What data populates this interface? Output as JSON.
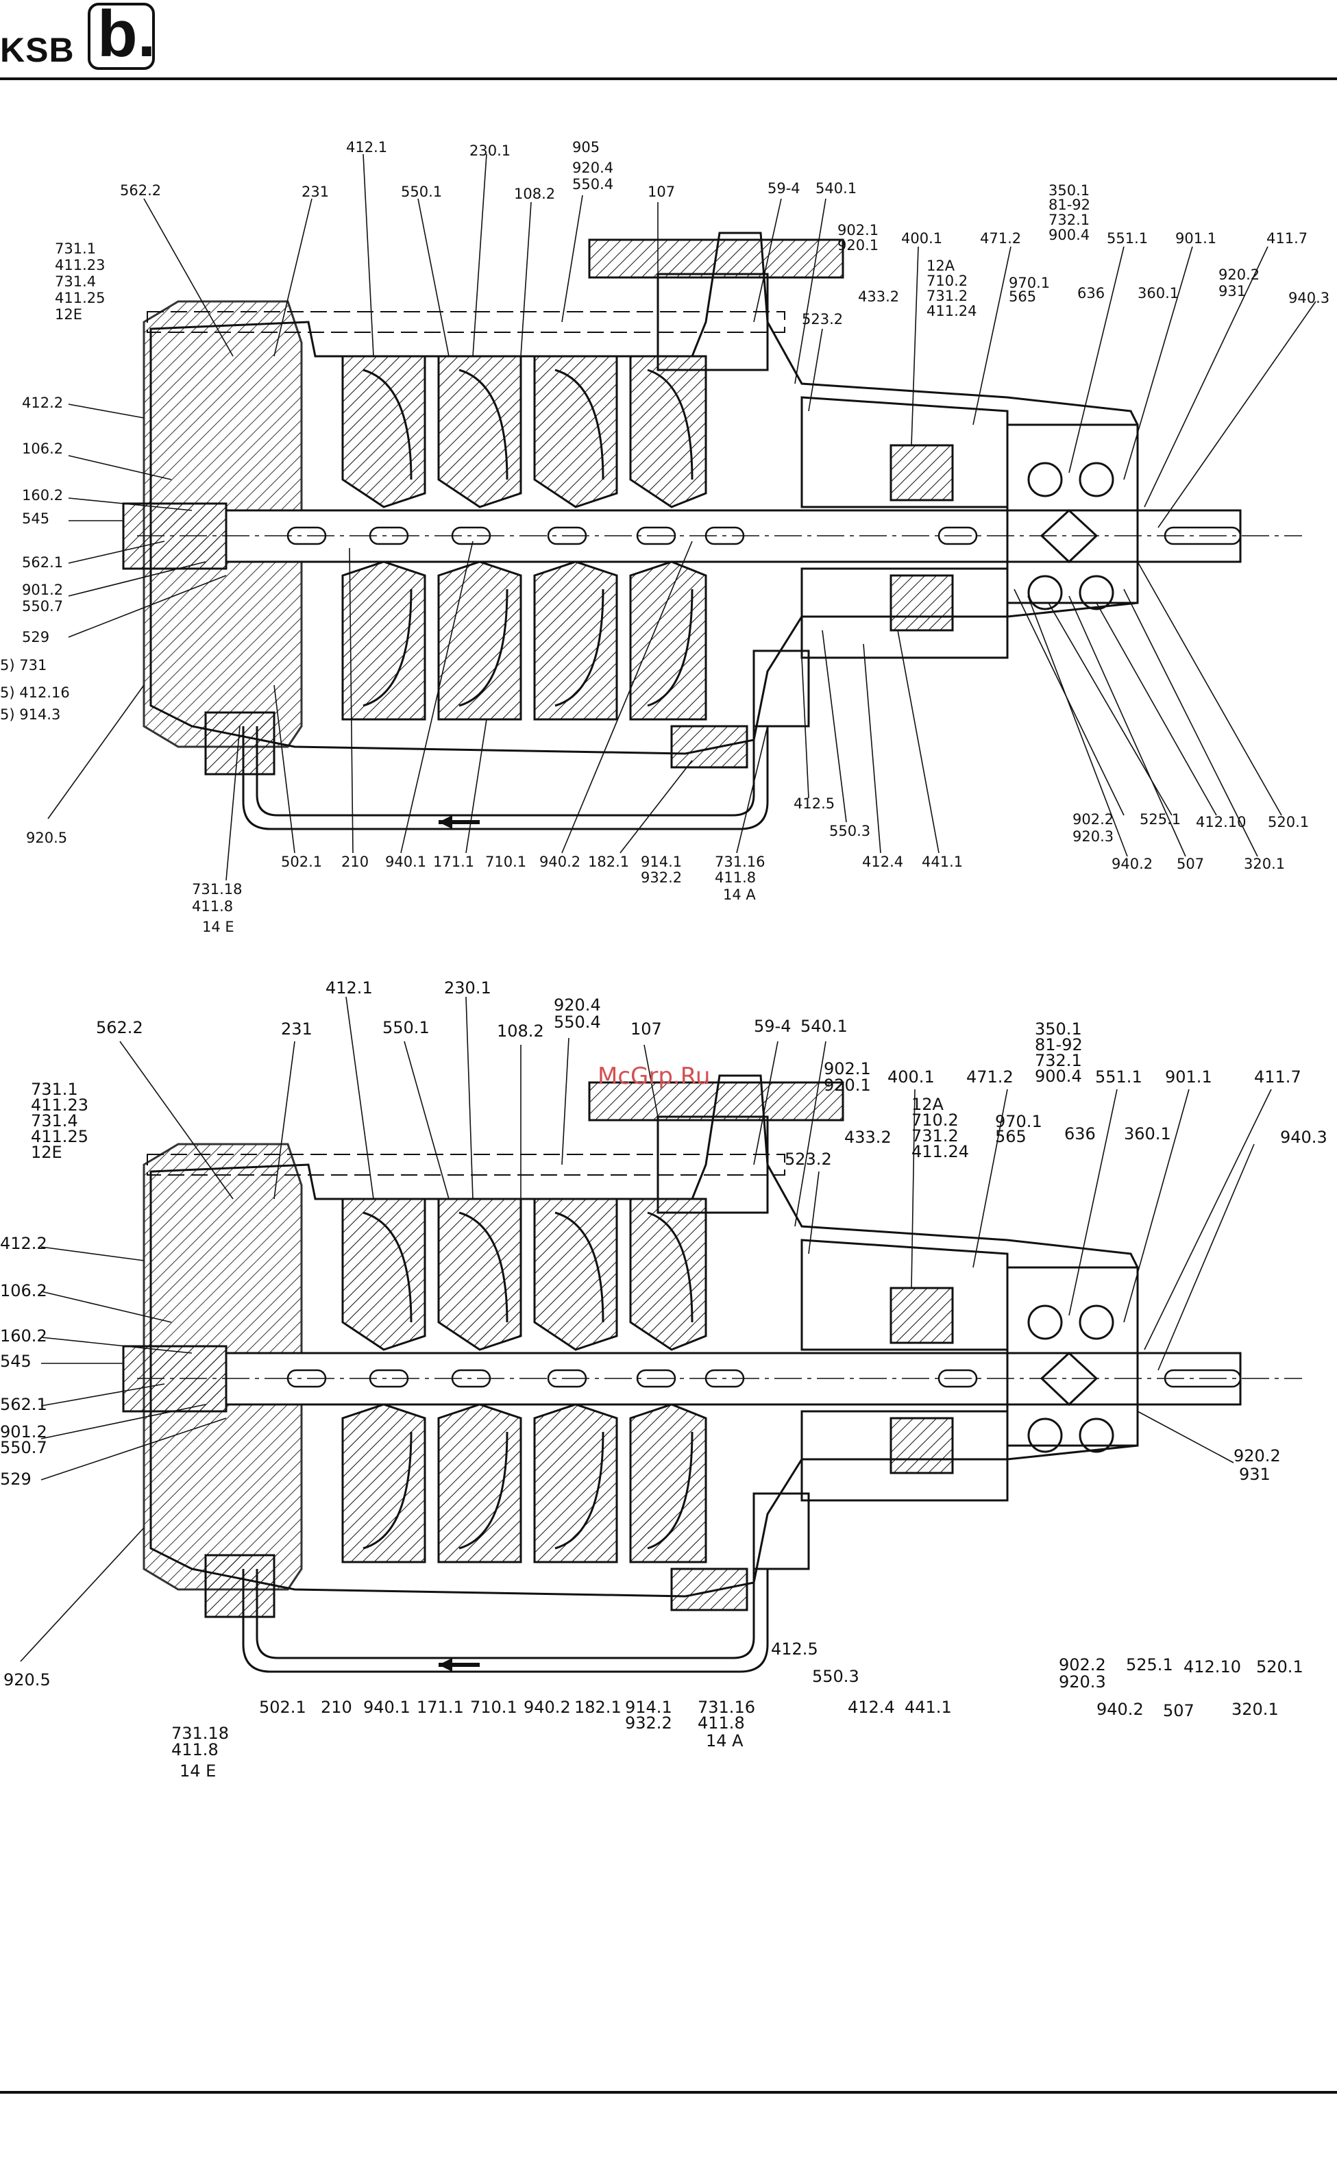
{
  "brand": {
    "logo_text": "KSB",
    "logo_mark": "b."
  },
  "watermark": "McGrp.Ru",
  "figures": [
    {
      "id": "fig1",
      "labels": [
        "562.2",
        "231",
        "412.1",
        "230.1",
        "550.1",
        "108.2",
        "905",
        "920.4",
        "550.4",
        "107",
        "59-4",
        "540.1",
        "902.1",
        "920.1",
        "400.1",
        "471.2",
        "350.1",
        "81-92",
        "732.1",
        "900.4",
        "551.1",
        "901.1",
        "411.7",
        "12A",
        "710.2",
        "731.2",
        "411.24",
        "970.1",
        "565",
        "636",
        "360.1",
        "920.2",
        "931",
        "940.3",
        "433.2",
        "523.2",
        "731.1",
        "411.23",
        "731.4",
        "411.25",
        "12E",
        "412.2",
        "106.2",
        "160.2",
        "545",
        "562.1",
        "901.2",
        "550.7",
        "529",
        "5) 731",
        "5) 412.16",
        "5) 914.3",
        "920.5",
        "731.18",
        "411.8",
        "14 E",
        "502.1",
        "210",
        "940.1",
        "171.1",
        "710.1",
        "940.2",
        "182.1",
        "914.1",
        "932.2",
        "731.16",
        "411.8",
        "14 A",
        "412.5",
        "550.3",
        "412.4",
        "441.1",
        "902.2",
        "920.3",
        "940.2",
        "525.1",
        "507",
        "412.10",
        "320.1",
        "520.1"
      ]
    },
    {
      "id": "fig2",
      "labels": [
        "562.2",
        "231",
        "412.1",
        "230.1",
        "550.1",
        "108.2",
        "920.4",
        "550.4",
        "107",
        "59-4",
        "540.1",
        "902.1",
        "920.1",
        "400.1",
        "471.2",
        "350.1",
        "81-92",
        "732.1",
        "900.4",
        "551.1",
        "901.1",
        "411.7",
        "12A",
        "710.2",
        "731.2",
        "411.24",
        "970.1",
        "565",
        "636",
        "360.1",
        "940.3",
        "433.2",
        "523.2",
        "731.1",
        "411.23",
        "731.4",
        "411.25",
        "12E",
        "412.2",
        "106.2",
        "160.2",
        "545",
        "562.1",
        "901.2",
        "550.7",
        "529",
        "920.5",
        "731.18",
        "411.8",
        "14 E",
        "502.1",
        "210",
        "940.1",
        "171.1",
        "710.1",
        "940.2",
        "182.1",
        "914.1",
        "932.2",
        "731.16",
        "411.8",
        "14 A",
        "412.5",
        "550.3",
        "412.4",
        "441.1",
        "902.2",
        "920.3",
        "940.2",
        "525.1",
        "507",
        "412.10",
        "320.1",
        "520.1",
        "920.2",
        "931"
      ]
    }
  ]
}
